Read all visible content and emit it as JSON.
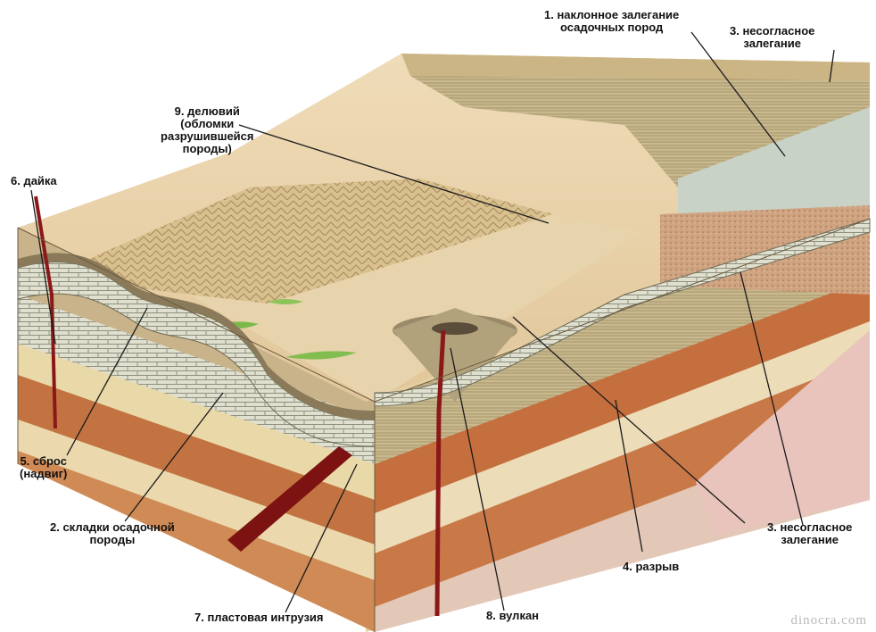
{
  "labels": {
    "l1": {
      "line1": "1. наклонное залегание",
      "line2": "осадочных пород"
    },
    "l3top": {
      "line1": "3. несогласное",
      "line2": "залегание"
    },
    "l9": {
      "line1": "9. делювий",
      "line2": "(обломки",
      "line3": "разрушившейся",
      "line4": "породы)"
    },
    "l6": {
      "line1": "6. дайка"
    },
    "l5": {
      "line1": "5. сброс",
      "line2": "(надвиг)"
    },
    "l2": {
      "line1": "2. складки осадочной",
      "line2": "породы"
    },
    "l7": {
      "line1": "7. пластовая интрузия"
    },
    "l8": {
      "line1": "8. вулкан"
    },
    "l4": {
      "line1": "4. разрыв"
    },
    "l3bot": {
      "line1": "3. несогласное",
      "line2": "залегание"
    }
  },
  "watermark": "dinocra.com",
  "colors": {
    "sand": "#e7cfa4",
    "terrace": "#cdb787",
    "limestone": "#d9dac8",
    "clay": "#b8744a",
    "rust": "#c26a3c",
    "pink": "#e8c0b8",
    "magma": "#8a1818",
    "dark_strata": "#7d6a4a"
  }
}
